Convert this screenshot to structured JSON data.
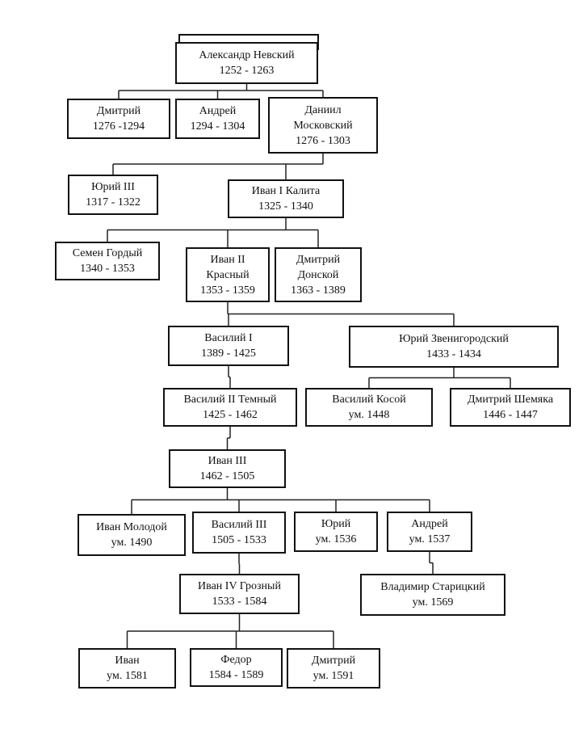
{
  "nodes": [
    {
      "id": "alexander",
      "lines": [
        "Александр Невский",
        "1252 - 1263"
      ]
    },
    {
      "id": "dmitry1",
      "lines": [
        "Дмитрий",
        "1276 -1294"
      ]
    },
    {
      "id": "andrey1",
      "lines": [
        "Андрей",
        "1294 - 1304"
      ]
    },
    {
      "id": "daniil",
      "lines": [
        "Даниил",
        "Московский",
        "1276 - 1303"
      ]
    },
    {
      "id": "yury3",
      "lines": [
        "Юрий III",
        "1317 - 1322"
      ]
    },
    {
      "id": "ivan1",
      "lines": [
        "Иван I Калита",
        "1325 - 1340"
      ]
    },
    {
      "id": "semen",
      "lines": [
        "Семен Гордый",
        "1340 - 1353"
      ]
    },
    {
      "id": "ivan2",
      "lines": [
        "Иван II",
        "Красный",
        "1353 - 1359"
      ]
    },
    {
      "id": "dmitry_donskoy",
      "lines": [
        "Дмитрий",
        "Донской",
        "1363 - 1389"
      ]
    },
    {
      "id": "vasily1",
      "lines": [
        "Василий I",
        "1389 - 1425"
      ]
    },
    {
      "id": "yury_zven",
      "lines": [
        "Юрий Звенигородский",
        "1433 - 1434"
      ]
    },
    {
      "id": "vasily2",
      "lines": [
        "Василий II Темный",
        "1425 - 1462"
      ]
    },
    {
      "id": "vasily_kosoy",
      "lines": [
        "Василий Косой",
        "ум. 1448"
      ]
    },
    {
      "id": "dmitry_shemyaka",
      "lines": [
        "Дмитрий Шемяка",
        "1446 - 1447"
      ]
    },
    {
      "id": "ivan3",
      "lines": [
        "Иван III",
        "1462 - 1505"
      ]
    },
    {
      "id": "ivan_molodoy",
      "lines": [
        "Иван Молодой",
        "ум. 1490"
      ]
    },
    {
      "id": "vasily3",
      "lines": [
        "Василий III",
        "1505 - 1533"
      ]
    },
    {
      "id": "yury_1536",
      "lines": [
        "Юрий",
        "ум. 1536"
      ]
    },
    {
      "id": "andrey_1537",
      "lines": [
        "Андрей",
        "ум. 1537"
      ]
    },
    {
      "id": "ivan4",
      "lines": [
        "Иван IV Грозный",
        "1533 - 1584"
      ]
    },
    {
      "id": "vladimir",
      "lines": [
        "Владимир Старицкий",
        "ум. 1569"
      ]
    },
    {
      "id": "ivan_1581",
      "lines": [
        "Иван",
        "ум. 1581"
      ]
    },
    {
      "id": "fedor",
      "lines": [
        "Федор",
        "1584 - 1589"
      ]
    },
    {
      "id": "dmitry_1591",
      "lines": [
        "Дмитрий",
        "ум. 1591"
      ]
    }
  ],
  "edges": [
    [
      "alexander",
      "dmitry1"
    ],
    [
      "alexander",
      "andrey1"
    ],
    [
      "alexander",
      "daniil"
    ],
    [
      "daniil",
      "yury3"
    ],
    [
      "daniil",
      "ivan1"
    ],
    [
      "ivan1",
      "semen"
    ],
    [
      "ivan1",
      "ivan2"
    ],
    [
      "ivan1",
      "dmitry_donskoy"
    ],
    [
      "ivan2",
      "vasily1"
    ],
    [
      "ivan2",
      "yury_zven"
    ],
    [
      "vasily1",
      "vasily2"
    ],
    [
      "yury_zven",
      "vasily_kosoy"
    ],
    [
      "yury_zven",
      "dmitry_shemyaka"
    ],
    [
      "vasily2",
      "ivan3"
    ],
    [
      "ivan3",
      "ivan_molodoy"
    ],
    [
      "ivan3",
      "vasily3"
    ],
    [
      "ivan3",
      "yury_1536"
    ],
    [
      "ivan3",
      "andrey_1537"
    ],
    [
      "vasily3",
      "ivan4"
    ],
    [
      "andrey_1537",
      "vladimir"
    ],
    [
      "ivan4",
      "ivan_1581"
    ],
    [
      "ivan4",
      "fedor"
    ],
    [
      "ivan4",
      "dmitry_1591"
    ]
  ]
}
